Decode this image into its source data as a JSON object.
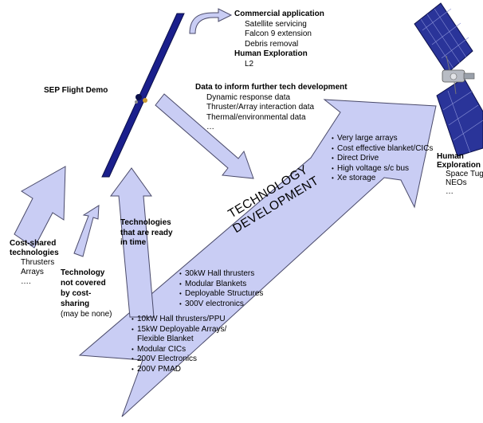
{
  "commercial": {
    "title": "Commercial application",
    "items": [
      "Satellite servicing",
      "Falcon 9 extension",
      "Debris removal"
    ]
  },
  "human_exploration_top": {
    "title": "Human Exploration",
    "items": [
      "L2"
    ]
  },
  "sep_flight_demo": "SEP Flight Demo",
  "data_inform": {
    "title": "Data to inform further tech development",
    "items": [
      "Dynamic response data",
      "Thruster/Array interaction data",
      "Thermal/environmental data",
      "…"
    ]
  },
  "arrow_bullets": [
    "Very large arrays",
    "Cost effective blanket/CICs",
    "Direct Drive",
    "High voltage s/c bus",
    "Xe storage"
  ],
  "human_exploration_right": {
    "title_line1": "Human",
    "title_line2": "Exploration",
    "items": [
      "Space Tug",
      "NEOs",
      "…"
    ]
  },
  "technology_development": {
    "line1": "TECHNOLOGY",
    "line2": "DEVELOPMENT"
  },
  "tech_ready": {
    "line1": "Technologies",
    "line2": "that are ready",
    "line3": "in time"
  },
  "cost_shared": {
    "line1": "Cost-shared",
    "line2": "technologies",
    "items": [
      "Thrusters",
      "Arrays",
      "…."
    ]
  },
  "not_covered": {
    "line1": "Technology",
    "line2": "not covered",
    "line3": "by cost-",
    "line4": "sharing",
    "note": "(may be none)"
  },
  "mid_bullets": [
    "30kW Hall thrusters",
    "Modular Blankets",
    "Deployable Structures",
    "300V electronics"
  ],
  "low_bullets": [
    "10kW Hall thrusters/PPU",
    "15kW Deployable Arrays/",
    "Flexible Blanket",
    "Modular CICs",
    "200V Electronics",
    "200V PMAD"
  ],
  "colors": {
    "arrow_fill": "#c9cdf4",
    "arrow_stroke": "#4a4a6a",
    "panel_blue": "#1a1f8c",
    "panel_dark": "#0b0f4a"
  }
}
